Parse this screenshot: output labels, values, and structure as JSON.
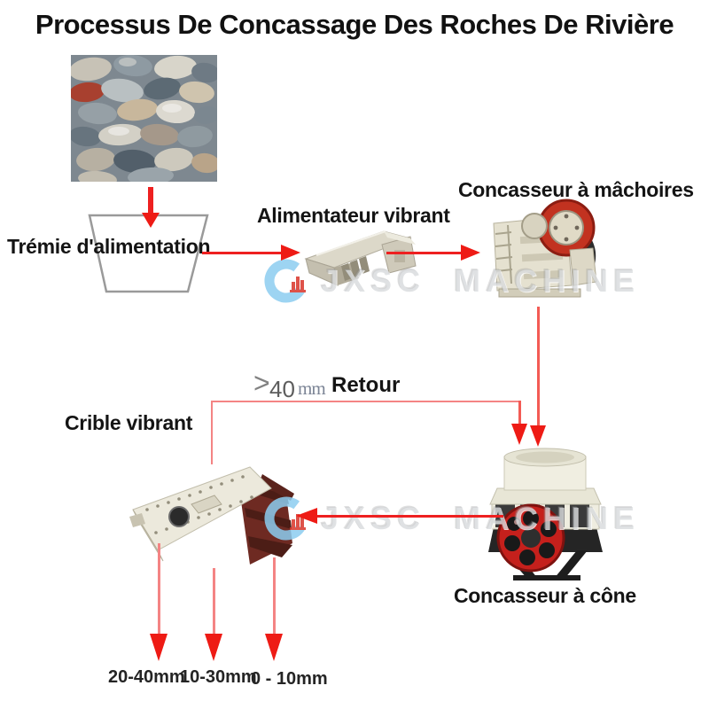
{
  "title": "Processus De Concassage Des Roches De Rivière",
  "labels": {
    "hopper": "Trémie d'alimentation",
    "feeder": "Alimentateur vibrant",
    "jaw_crusher": "Concasseur à mâchoires",
    "cone_crusher": "Concasseur à cône",
    "screen": "Crible vibrant"
  },
  "retour": {
    "gt": ">",
    "value": "40",
    "unit": "mm",
    "label": "Retour"
  },
  "outputs": [
    "20-40mm",
    "10-30mm",
    "0 - 10mm"
  ],
  "watermark": {
    "brand": "JXSC  MACHINE"
  },
  "colors": {
    "arrow": "#ee1b15",
    "line_light": "#f48484",
    "title_text": "#111111"
  }
}
